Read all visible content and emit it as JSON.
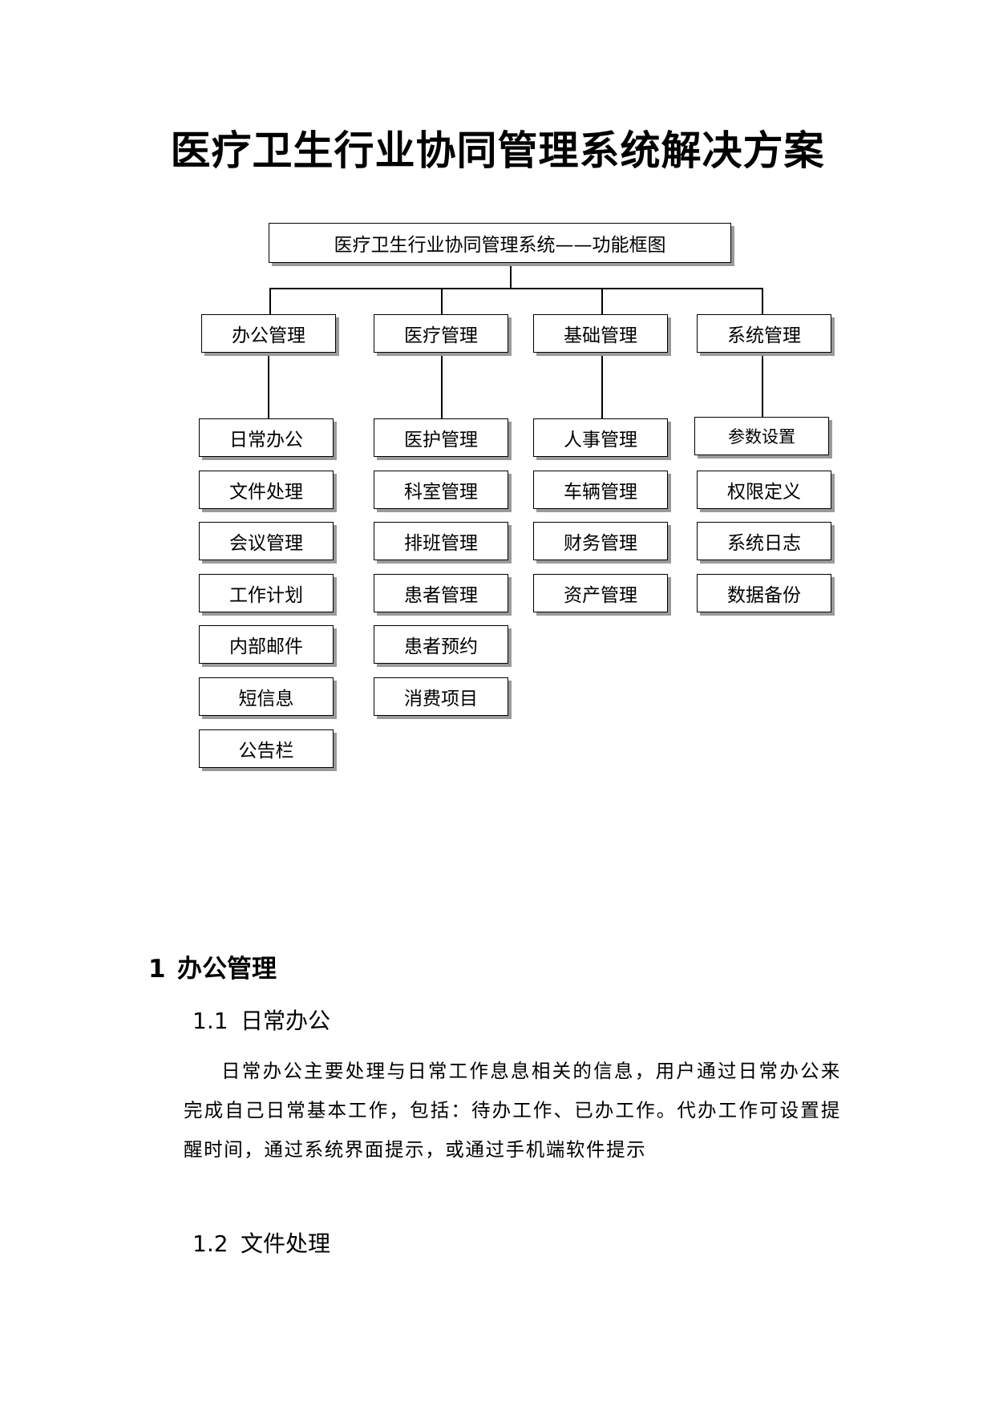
{
  "document": {
    "title": "医疗卫生行业协同管理系统解决方案"
  },
  "diagram": {
    "root": "医疗卫生行业协同管理系统——功能框图",
    "columns": [
      {
        "label": "办公管理",
        "items": [
          "日常办公",
          "文件处理",
          "会议管理",
          "工作计划",
          "内部邮件",
          "短信息",
          "公告栏"
        ]
      },
      {
        "label": "医疗管理",
        "items": [
          "医护管理",
          "科室管理",
          "排班管理",
          "患者管理",
          "患者预约",
          "消费项目"
        ]
      },
      {
        "label": "基础管理",
        "items": [
          "人事管理",
          "车辆管理",
          "财务管理",
          "资产管理"
        ]
      },
      {
        "label": "系统管理",
        "items": [
          "参数设置",
          "权限定义",
          "系统日志",
          "数据备份"
        ]
      }
    ]
  },
  "section1": {
    "number": "1",
    "title": "办公管理",
    "sub1": {
      "number": "1.1",
      "title": "日常办公",
      "body": "日常办公主要处理与日常工作息息相关的信息，用户通过日常办公来完成自己日常基本工作，包括：待办工作、已办工作。代办工作可设置提醒时间，通过系统界面提示，或通过手机端软件提示"
    },
    "sub2": {
      "number": "1.2",
      "title": "文件处理"
    }
  }
}
